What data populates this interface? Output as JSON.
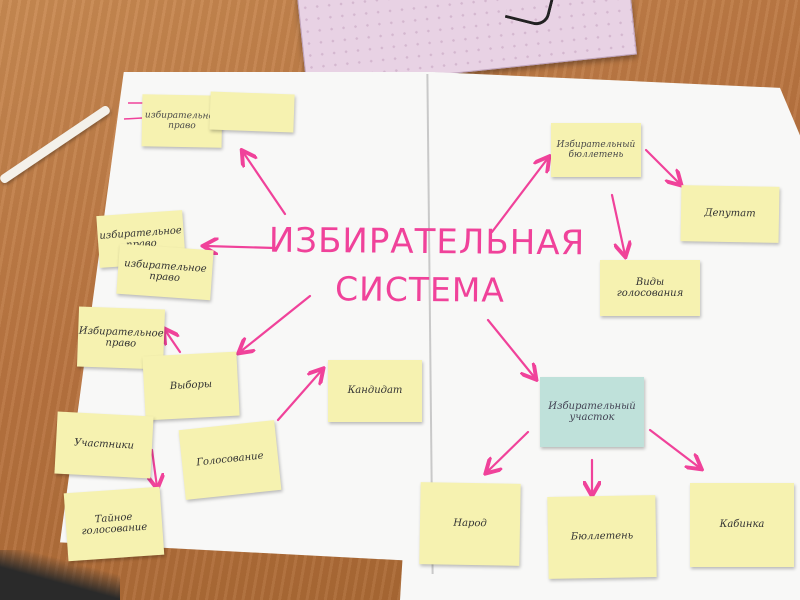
{
  "title": {
    "line1": "ИЗБИРАТЕЛЬНАЯ",
    "line2": "СИСТЕМА"
  },
  "notes_left": [
    {
      "id": "tl-a",
      "text": "избирательное право"
    },
    {
      "id": "tl-b",
      "text": ""
    },
    {
      "id": "ml-a",
      "text": "избирательное право"
    },
    {
      "id": "ml-b",
      "text": "избирательное право"
    },
    {
      "id": "bl-a",
      "text": "Избирательное право"
    },
    {
      "id": "vybory",
      "text": "Выборы"
    },
    {
      "id": "kandidat",
      "text": "Кандидат"
    },
    {
      "id": "golosovanie",
      "text": "Голосование"
    },
    {
      "id": "uchastniki",
      "text": "Участники"
    },
    {
      "id": "bottom-left",
      "text": "Тайное голосование"
    }
  ],
  "notes_right": [
    {
      "id": "tr-a",
      "text": "Избирательный бюллетень"
    },
    {
      "id": "deputat",
      "text": "Депутат"
    },
    {
      "id": "vidy",
      "text": "Виды голосования"
    },
    {
      "id": "uchastok",
      "text": "Избирательный участок"
    },
    {
      "id": "narod",
      "text": "Народ"
    },
    {
      "id": "byulleten",
      "text": "Бюллетень"
    },
    {
      "id": "kabinka",
      "text": "Кабинка"
    }
  ],
  "colors": {
    "marker": "#f0429a",
    "note_yellow": "#f6f2b0",
    "note_blue": "#bfe1da",
    "paper": "#f8f8f7",
    "desk": "#b8733f"
  }
}
